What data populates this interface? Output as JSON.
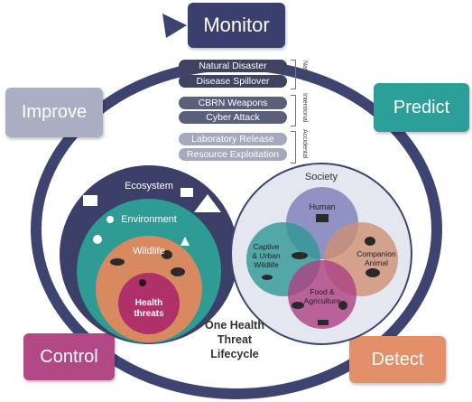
{
  "stages": {
    "monitor": "Monitor",
    "predict": "Predict",
    "detect": "Detect",
    "control": "Control",
    "improve": "Improve"
  },
  "threats": {
    "natural": [
      "Natural Disaster",
      "Disease Spillover"
    ],
    "intentional": [
      "CBRN Weapons",
      "Cyber Attack"
    ],
    "accidental": [
      "Laboratory Release",
      "Resource Exploitation"
    ],
    "group_labels": {
      "natural": "Natural",
      "intentional": "Intentional",
      "accidental": "Accidental"
    }
  },
  "nested": {
    "ecosystem": "Ecosystem",
    "environment": "Environment",
    "wildlife": "Wildlife",
    "health_threats_line1": "Health",
    "health_threats_line2": "threats"
  },
  "society": {
    "title": "Society",
    "human": "Human",
    "captive_1": "Captive",
    "captive_2": "& Urban",
    "captive_3": "Wildlife",
    "companion_1": "Companion",
    "companion_2": "Animal",
    "food_1": "Food &",
    "food_2": "Agriculture"
  },
  "center_title": [
    "One Health",
    "Threat",
    "Lifecycle"
  ],
  "colors": {
    "ring": "#3e4470",
    "monitor": "#3a3f6e",
    "predict": "#2c9f9a",
    "detect": "#e38f6a",
    "control": "#b24886",
    "improve": "#a9aec2",
    "ecosystem": "#3c4068",
    "environment": "#2e9b94",
    "wildlife": "#d9895f",
    "health": "#b0306a",
    "society_bg": "#e4e6f0",
    "human": "#8f92c6",
    "captive": "#35a79f",
    "companion": "#e7a07a",
    "food": "#c2478c"
  }
}
